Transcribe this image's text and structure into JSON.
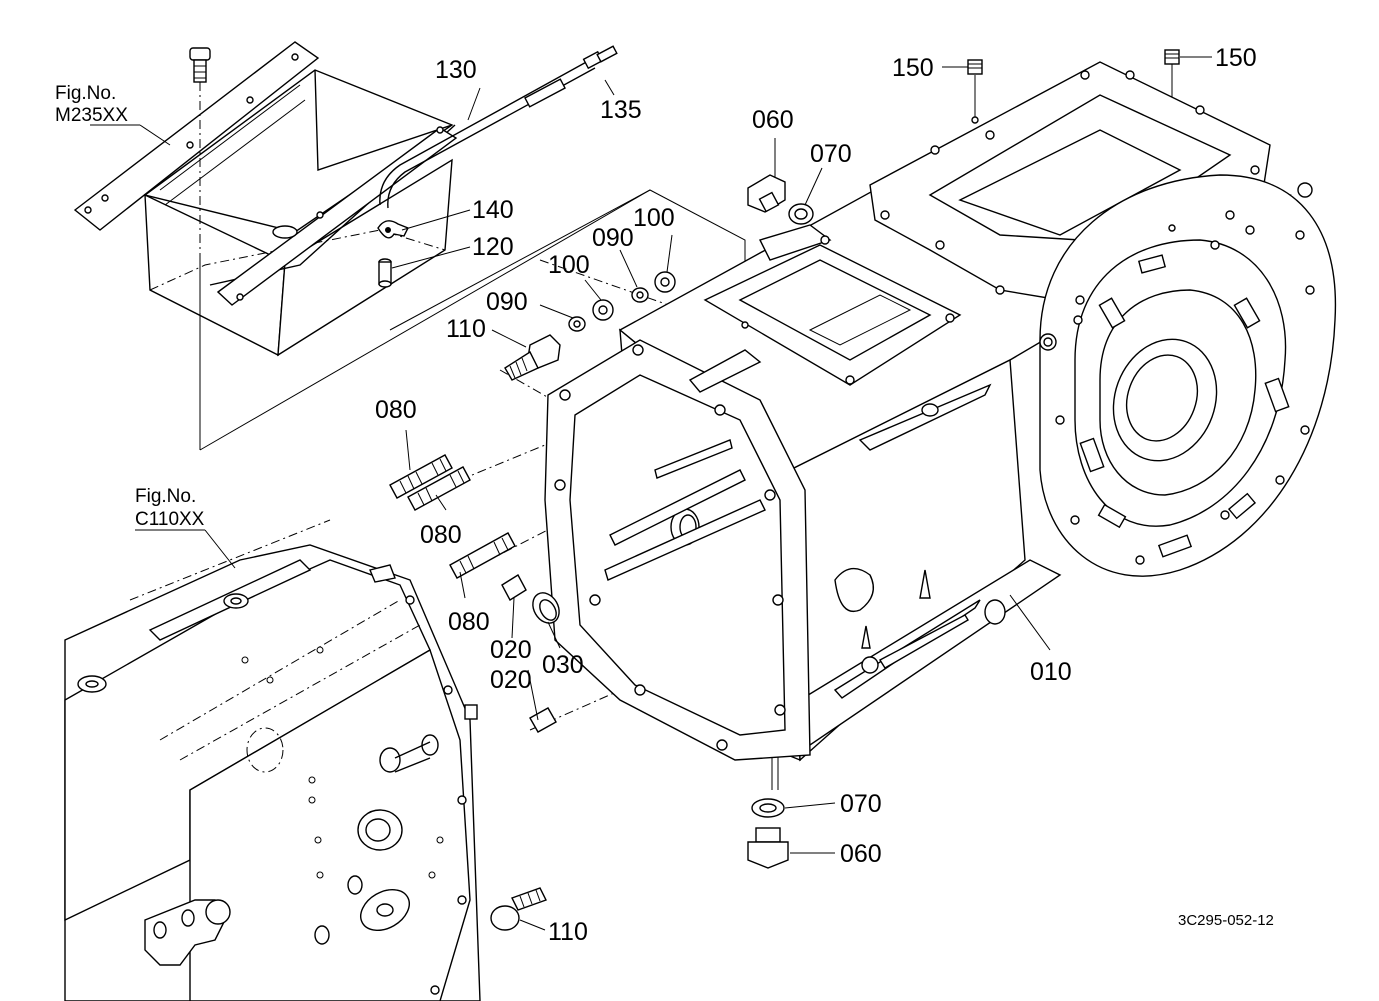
{
  "diagram": {
    "drawing_code": "3C295-052-12",
    "figure_refs": [
      {
        "id": "fig-m235",
        "line1": "Fig.No.",
        "line2": "M235XX"
      },
      {
        "id": "fig-c110",
        "line1": "Fig.No.",
        "line2": "C110XX"
      }
    ],
    "parts": [
      {
        "id": "p150a",
        "label": "150"
      },
      {
        "id": "p150b",
        "label": "150"
      },
      {
        "id": "p130",
        "label": "130"
      },
      {
        "id": "p135",
        "label": "135"
      },
      {
        "id": "p060a",
        "label": "060"
      },
      {
        "id": "p070a",
        "label": "070"
      },
      {
        "id": "p140",
        "label": "140"
      },
      {
        "id": "p120",
        "label": "120"
      },
      {
        "id": "p100a",
        "label": "100"
      },
      {
        "id": "p090a",
        "label": "090"
      },
      {
        "id": "p100b",
        "label": "100"
      },
      {
        "id": "p090b",
        "label": "090"
      },
      {
        "id": "p110a",
        "label": "110"
      },
      {
        "id": "p080a",
        "label": "080"
      },
      {
        "id": "p080b",
        "label": "080"
      },
      {
        "id": "p080c",
        "label": "080"
      },
      {
        "id": "p020a",
        "label": "020"
      },
      {
        "id": "p030",
        "label": "030"
      },
      {
        "id": "p020b",
        "label": "020"
      },
      {
        "id": "p010",
        "label": "010"
      },
      {
        "id": "p070b",
        "label": "070"
      },
      {
        "id": "p060b",
        "label": "060"
      },
      {
        "id": "p110b",
        "label": "110"
      }
    ]
  }
}
